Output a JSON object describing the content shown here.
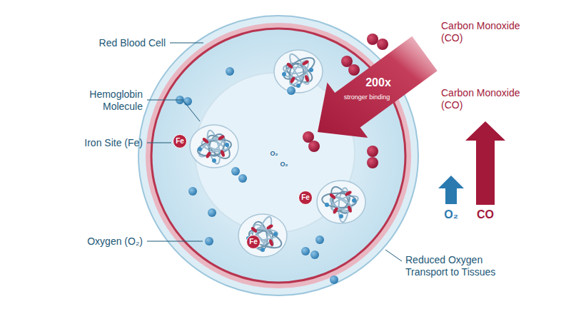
{
  "diagram": {
    "nodes": [
      {
        "text": [
          "200x",
          "stronger binding"
        ]
      },
      {
        "text": [
          "Fe"
        ]
      },
      {
        "text": [
          "Fe"
        ]
      },
      {
        "text": [
          "Fe"
        ]
      }
    ],
    "labels": [
      "Red Blood Cell",
      "Carbon Monoxide (CO)",
      "Hemoglobin Molecule",
      "Carbon Monoxide (CO)",
      "Iron Site (Fe)",
      "O₂",
      "O₂",
      "O₂",
      "CO",
      "Oxygen (O₂)",
      "Reduced Oxygen Transport to Tissues"
    ]
  }
}
